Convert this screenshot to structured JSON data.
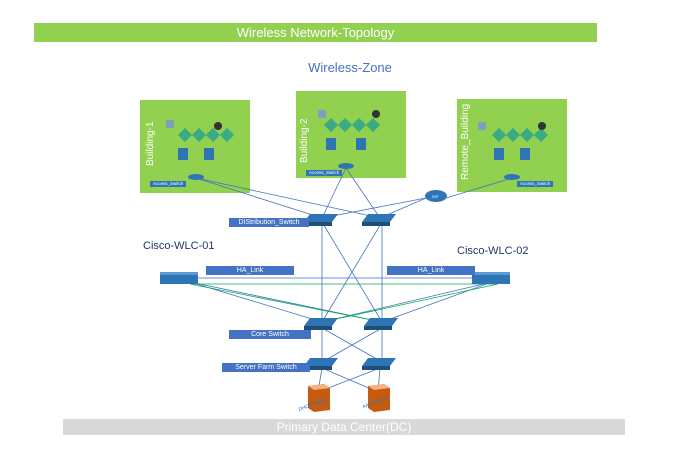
{
  "title": "Wireless Network-Topology",
  "zone_label": "Wireless-Zone",
  "buildings": [
    {
      "name": "Building-1",
      "access_label": "Access_Switch"
    },
    {
      "name": "Building-2",
      "access_label": "Access_Switch"
    },
    {
      "name": "Remote_Building",
      "access_label": "Access_Switch"
    }
  ],
  "cloud_label": "ISP",
  "distribution_label": "DIStribution_Switch",
  "wlc": [
    {
      "name": "Cisco-WLC-01",
      "ha_label": "HA_Link"
    },
    {
      "name": "Cisco-WLC-02",
      "ha_label": "HA_Link"
    }
  ],
  "core_label": "Core Switch",
  "server_farm_label": "Server Farm Switch",
  "servers": [
    {
      "name": "DHCP Server"
    },
    {
      "name": "AAA Server"
    }
  ],
  "footer": "Primary Data Center(DC)",
  "colors": {
    "green": "#92d050",
    "blue_line": "#4472c4",
    "green_line": "#00b050",
    "label_blue": "#4472c4",
    "footer_grey": "#d9d9d9"
  }
}
